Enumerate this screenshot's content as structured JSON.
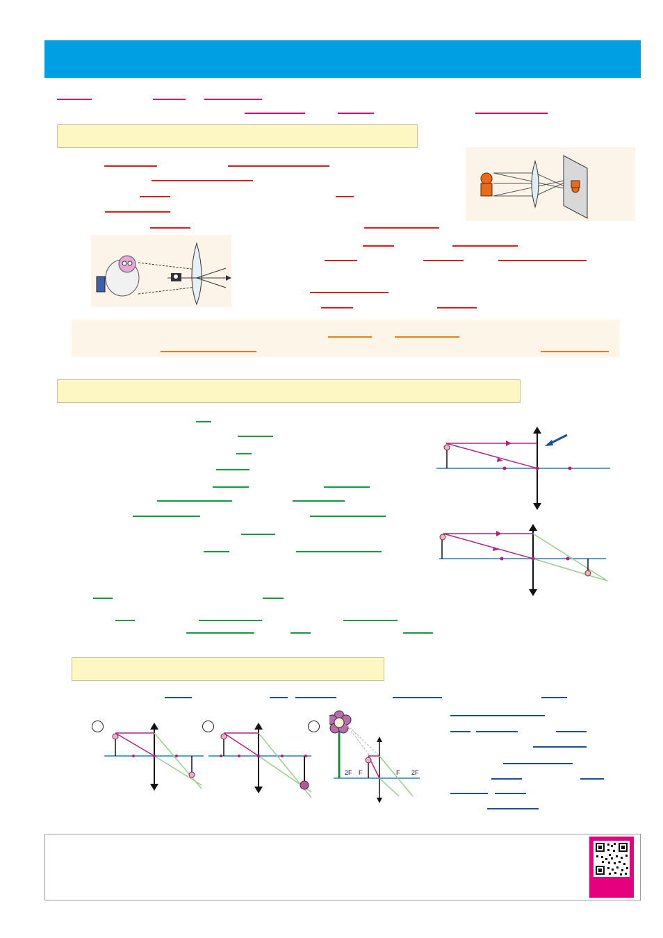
{
  "colors": {
    "header": "#009ee3",
    "section_bg": "#fdf7c3",
    "pink": "#d6006f",
    "red": "#d21f1f",
    "orange": "#ee7b16",
    "green": "#119c3e",
    "blue": "#1b4f9e",
    "axis": "#2b7bb9",
    "ray": "#b0247f",
    "refracted": "#9ccc8e"
  },
  "diagram_labels": {
    "two_f_left": "2F",
    "f_left": "F",
    "f_right": "F",
    "two_f_right": "2F"
  },
  "icons": [
    "arrow-icon",
    "flower-icon",
    "qr-code-icon"
  ]
}
